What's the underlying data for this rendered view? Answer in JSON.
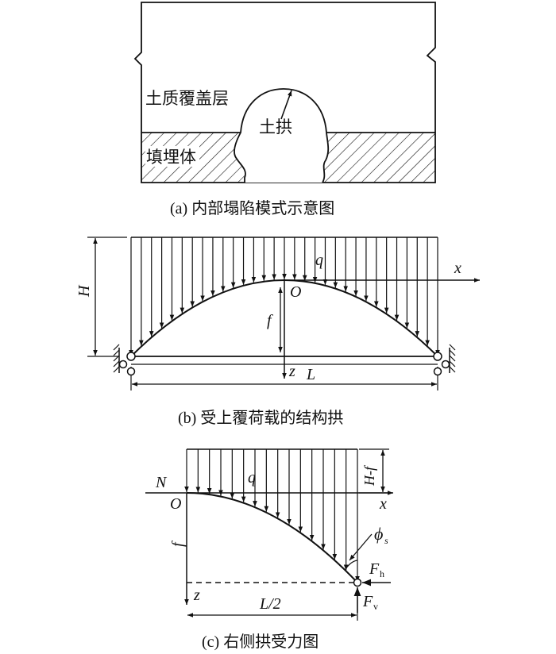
{
  "panel_a": {
    "label_cover": "土质覆盖层",
    "label_arch": "土拱",
    "label_fill": "填埋体",
    "caption": "(a) 内部塌陷模式示意图"
  },
  "panel_b": {
    "label_H": "H",
    "label_q": "q",
    "label_x": "x",
    "label_O": "O",
    "label_f": "f",
    "label_z": "z",
    "label_L": "L",
    "caption": "(b) 受上覆荷载的结构拱"
  },
  "panel_c": {
    "label_Hf": "H-f",
    "label_N": "N",
    "label_q": "q",
    "label_x": "x",
    "label_O": "O",
    "label_f": "f",
    "label_phi": "ϕ",
    "label_phi_sub": "s",
    "label_Fh": "F",
    "label_Fh_sub": "h",
    "label_Fv": "F",
    "label_Fv_sub": "v",
    "label_z": "z",
    "label_L2": "L/2",
    "caption": "(c) 右侧拱受力图"
  }
}
